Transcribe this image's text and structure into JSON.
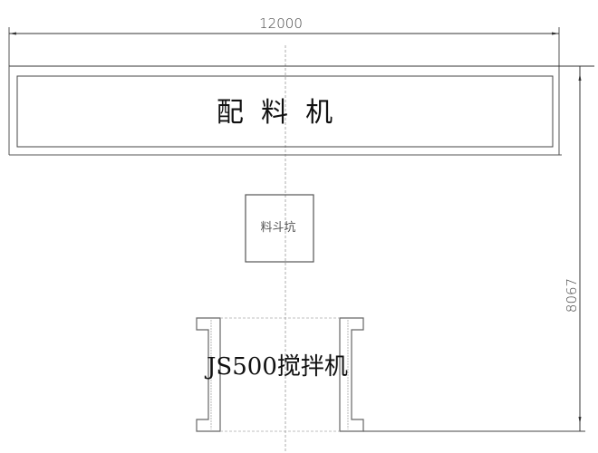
{
  "dimensions": {
    "width_label": "12000",
    "height_label": "8067"
  },
  "labels": {
    "batching_machine": "配  料  机",
    "hopper_pit": "料斗坑",
    "mixer": "JS500搅拌机"
  }
}
